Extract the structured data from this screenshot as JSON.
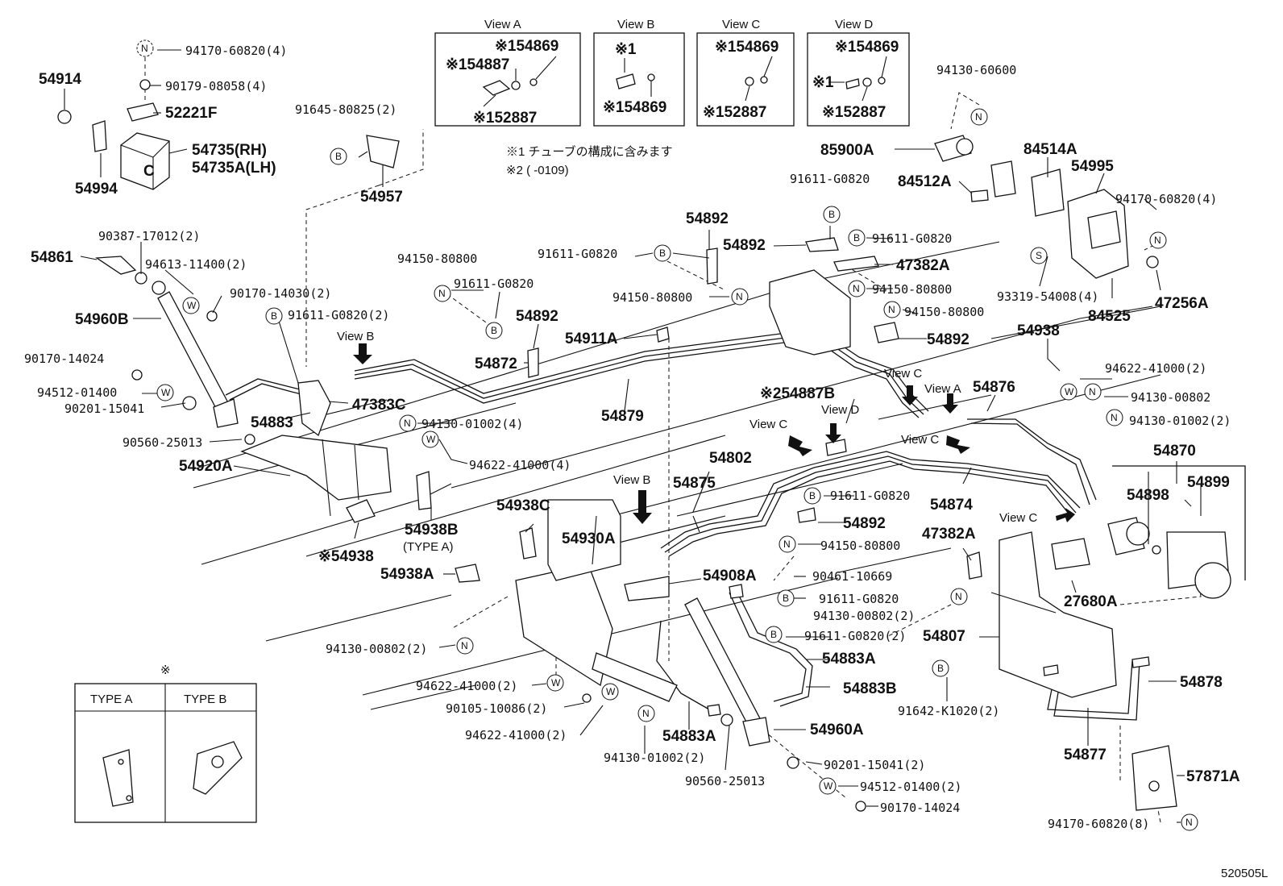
{
  "view_titles": {
    "a": "View A",
    "b": "View B",
    "c": "View C",
    "d": "View D"
  },
  "view_a": {
    "p1": "※154869",
    "p2": "※154887",
    "p3": "※152887"
  },
  "view_b": {
    "p1": "※1",
    "p2": "※154869"
  },
  "view_c": {
    "p1": "※154869",
    "p2": "※152887"
  },
  "view_d": {
    "p1": "※154869",
    "p2": "※1",
    "p3": "※152887"
  },
  "notes": {
    "n1": "※1 チューブの構成に含みます",
    "n2": "※2 (      -0109)"
  },
  "symbols": {
    "N": "N",
    "B": "B",
    "W": "W",
    "S": "S"
  },
  "type_table": {
    "mark": "※",
    "type_a": "TYPE A",
    "type_b": "TYPE B"
  },
  "drawing_id": "520505L",
  "labels": {
    "l001": "94170-60820(4)",
    "l002": "54914",
    "l003": "90179-08058(4)",
    "l004": "52221F",
    "l005": "54735(RH)",
    "l006": "54735A(LH)",
    "l007": "54994",
    "l008": "91645-80825(2)",
    "l009": "54957",
    "l010": "90387-17012(2)",
    "l011": "54861",
    "l012": "94613-11400(2)",
    "l013": "90170-14030(2)",
    "l014": "54960B",
    "l015": "91611-G0820(2)",
    "l016": "90170-14024",
    "l017": "94512-01400",
    "l018": "90201-15041",
    "l019": "54883",
    "l020": "47383C",
    "l021": "90560-25013",
    "l022": "54920A",
    "l023": "※54938",
    "l024": "54938B",
    "l025": "(TYPE A)",
    "l026": "94150-80800",
    "l027": "91611-G0820",
    "l028": "91611-G0820",
    "l029": "54892",
    "l030": "54872",
    "l031": "54879",
    "l032": "94130-01002(4)",
    "l033": "94622-41000(4)",
    "l034": "54911A",
    "l035": "54892",
    "l036": "94150-80800",
    "l037": "91611-G0820",
    "l038": "54892",
    "l039": "91611-G0820",
    "l040": "47382A",
    "l041": "94150-80800",
    "l042": "94150-80800",
    "l043": "54892",
    "l044": "94130-60600",
    "l045": "85900A",
    "l046": "84514A",
    "l047": "84512A",
    "l048": "54995",
    "l049": "94170-60820(4)",
    "l050": "47256A",
    "l051": "93319-54008(4)",
    "l052": "84525",
    "l053": "54938",
    "l054": "94622-41000(2)",
    "l055": "94130-00802",
    "l056": "94130-01002(2)",
    "l057": "54876",
    "l058": "※254887B",
    "l059": "54802",
    "l060": "54875",
    "l061": "54874",
    "l062": "91611-G0820",
    "l063": "54892",
    "l064": "94150-80800",
    "l065": "47382A",
    "l066": "90461-10669",
    "l067": "91611-G0820",
    "l068": "94130-00802(2)",
    "l069": "54870",
    "l070": "54898",
    "l071": "54899",
    "l072": "27680A",
    "l073": "54807",
    "l074": "54938C",
    "l075": "54930A",
    "l076": "54938A",
    "l077": "54908A",
    "l078": "91611-G0820(2)",
    "l079": "54883A",
    "l080": "54883B",
    "l081": "94130-00802(2)",
    "l082": "94622-41000(2)",
    "l083": "90105-10086(2)",
    "l084": "94622-41000(2)",
    "l085": "94130-01002(2)",
    "l086": "54883A",
    "l087": "90560-25013",
    "l088": "54960A",
    "l089": "90201-15041(2)",
    "l090": "94512-01400(2)",
    "l091": "90170-14024",
    "l092": "91642-K1020(2)",
    "l093": "54878",
    "l094": "54877",
    "l095": "57871A",
    "l096": "94170-60820(8)"
  }
}
